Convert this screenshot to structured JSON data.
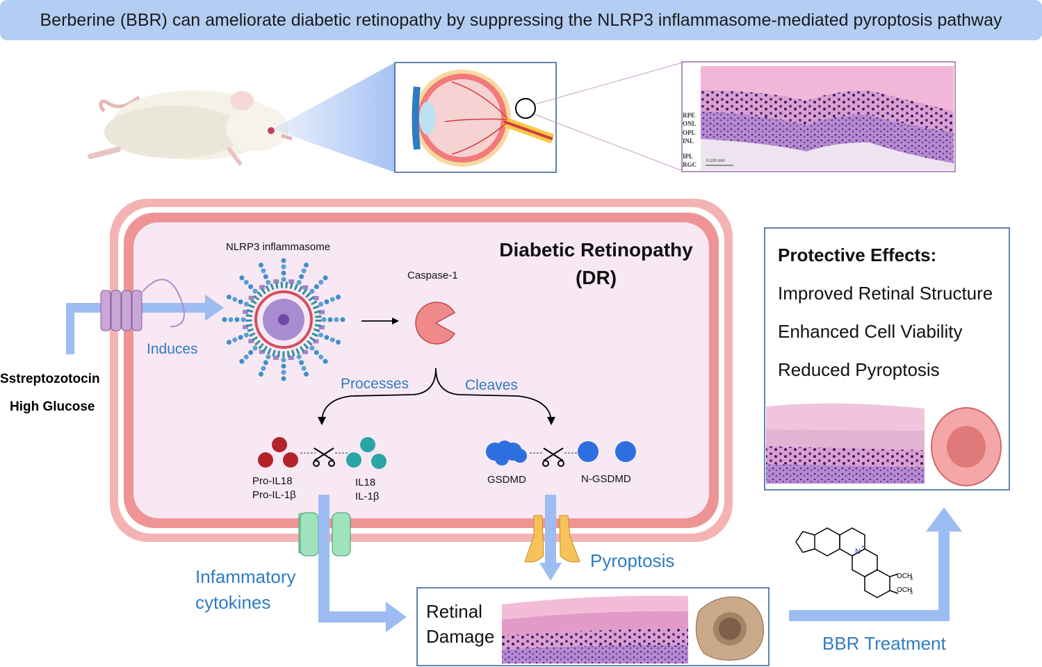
{
  "title": "Berberine (BBR) can ameliorate diabetic retinopathy by suppressing the NLRP3 inflammasome-mediated pyroptosis pathway",
  "inputs": {
    "line1": "Sstreptozotocin",
    "line2": "High Glucose"
  },
  "histology_layers": [
    "RPE",
    "ONL",
    "OPL",
    "INL",
    "IPL",
    "RGC"
  ],
  "scale_bar": "0.100 mm",
  "cell": {
    "title_line1": "Diabetic Retinopathy",
    "title_line2": "(DR)",
    "nlrp3_label": "NLRP3 inflammasome",
    "caspase_label": "Caspase-1",
    "induces": "Induces",
    "processes": "Processes",
    "cleaves": "Cleaves",
    "pro_il18": "Pro-IL18",
    "pro_il1b": "Pro-IL-1β",
    "il18": "IL18",
    "il1b": "IL-1β",
    "gsdmd": "GSDMD",
    "n_gsdmd": "N-GSDMD"
  },
  "inflammatory_line1": "Infammatory",
  "inflammatory_line2": "cytokines",
  "pyroptosis": "Pyroptosis",
  "damage_line1": "Retinal",
  "damage_line2": "Damage",
  "bbr_treatment": "BBR Treatment",
  "molecule": {
    "ome1": "OCH",
    "ome2": "OCH",
    "sub": "3",
    "n": "N",
    "plus": "+"
  },
  "protective": {
    "title": "Protective Effects:",
    "items": [
      "Improved Retinal Structure",
      "Enhanced Cell Viability",
      "Reduced Pyroptosis"
    ]
  },
  "colors": {
    "banner": "#b3cdf3",
    "cell_border": "#ee9494",
    "cell_fill": "#f7e8f3",
    "arrow": "#9dbcf2",
    "blue_text": "#2f7cc0",
    "tissue_pink": "#e9a3c9",
    "tissue_purple": "#6f3d9b"
  },
  "icons": [
    "rat-image",
    "eye-icon",
    "scissors-icon",
    "receptor-icon",
    "pacman-caspase-icon"
  ]
}
